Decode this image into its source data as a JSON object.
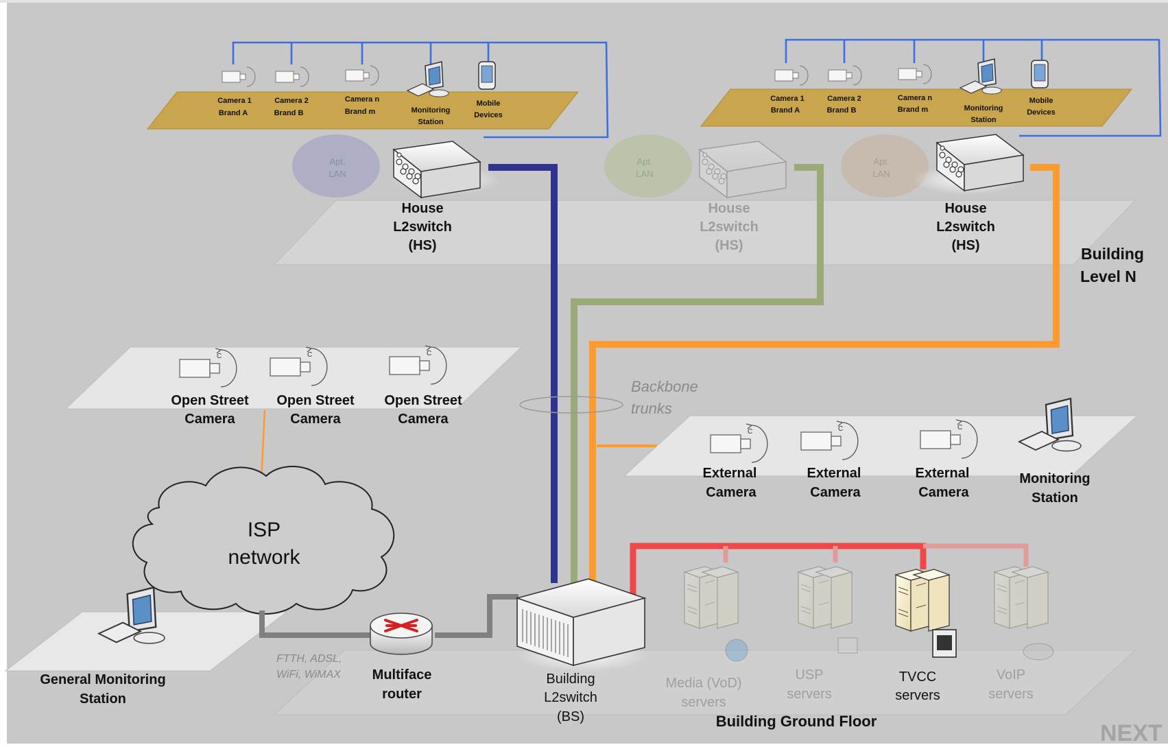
{
  "level_n": {
    "title_line1": "Building",
    "title_line2": "Level N",
    "apartments": [
      {
        "devices": [
          {
            "line1": "Camera 1",
            "line2": "Brand A"
          },
          {
            "line1": "Camera 2",
            "line2": "Brand B"
          },
          {
            "line1": "Camera n",
            "line2": "Brand m"
          },
          {
            "line1": "Monitoring",
            "line2": "Station"
          },
          {
            "line1": "Mobile",
            "line2": "Devices"
          }
        ],
        "lan_line1": "Apt.",
        "lan_line2": "LAN",
        "switch_line1": "House",
        "switch_line2": "L2switch",
        "switch_line3": "(HS)"
      },
      {
        "lan_line1": "Apt.",
        "lan_line2": "LAN",
        "switch_line1": "House",
        "switch_line2": "L2switch",
        "switch_line3": "(HS)"
      },
      {
        "devices": [
          {
            "line1": "Camera 1",
            "line2": "Brand A"
          },
          {
            "line1": "Camera 2",
            "line2": "Brand B"
          },
          {
            "line1": "Camera n",
            "line2": "Brand m"
          },
          {
            "line1": "Monitoring",
            "line2": "Station"
          },
          {
            "line1": "Mobile",
            "line2": "Devices"
          }
        ],
        "lan_line1": "Apt.",
        "lan_line2": "LAN",
        "switch_line1": "House",
        "switch_line2": "L2switch",
        "switch_line3": "(HS)"
      }
    ]
  },
  "street": {
    "cameras": [
      {
        "line1": "Open Street",
        "line2": "Camera"
      },
      {
        "line1": "Open Street",
        "line2": "Camera"
      },
      {
        "line1": "Open Street",
        "line2": "Camera"
      }
    ]
  },
  "backbone": {
    "line1": "Backbone",
    "line2": "trunks"
  },
  "external": {
    "cameras": [
      {
        "line1": "External",
        "line2": "Camera"
      },
      {
        "line1": "External",
        "line2": "Camera"
      },
      {
        "line1": "External",
        "line2": "Camera"
      }
    ],
    "monitoring_line1": "Monitoring",
    "monitoring_line2": "Station"
  },
  "isp": {
    "line1": "ISP",
    "line2": "network"
  },
  "general_monitoring": {
    "line1": "General Monitoring",
    "line2": "Station"
  },
  "access": {
    "line1": "FTTH, ADSL,",
    "line2": "WiFi, WiMAX"
  },
  "router": {
    "line1": "Multiface",
    "line2": "router"
  },
  "building_switch": {
    "line1": "Building",
    "line2": "L2switch",
    "line3": "(BS)"
  },
  "servers": [
    {
      "line1": "Media (VoD)",
      "line2": "servers"
    },
    {
      "line1": "USP",
      "line2": "servers"
    },
    {
      "line1": "TVCC",
      "line2": "servers"
    },
    {
      "line1": "VoIP",
      "line2": "servers"
    }
  ],
  "ground_floor": "Building Ground  Floor",
  "watermark": "NEXT",
  "colors": {
    "background": "#c8c8c8",
    "apartment_plate": "#c9a54e",
    "lan_link": "#3c6ee0",
    "trunk_blue": "#2e3390",
    "trunk_green": "#9aab78",
    "trunk_orange": "#ff9a2e",
    "server_red": "#f04848",
    "isp_link": "#808080",
    "street_link": "#ff9a2e"
  }
}
